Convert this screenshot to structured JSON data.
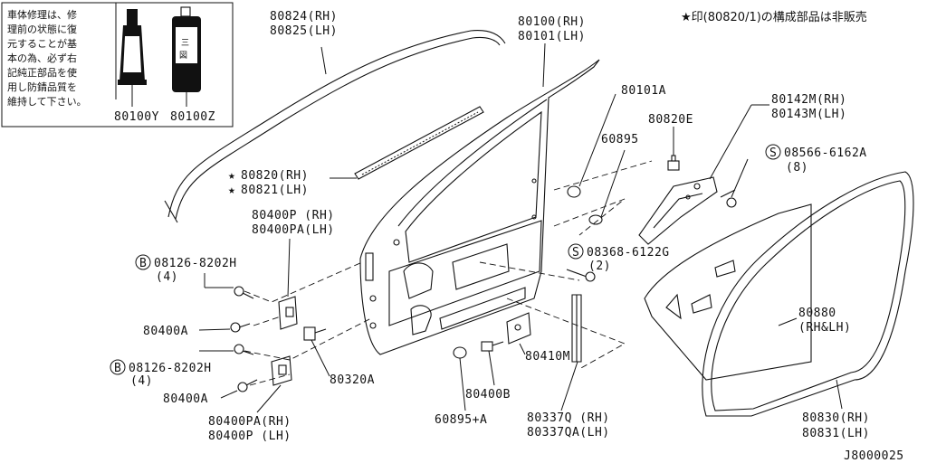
{
  "notice": "★印(80820/1)の構成部品は非販売",
  "inset": {
    "lines": [
      "車体修理は、修",
      "理前の状態に復",
      "元することが基",
      "本の為、必ず右",
      "記純正部品を使",
      "用し防錆品質を",
      "維持して下さい。"
    ],
    "part_a": "80100Y",
    "part_b": "80100Z"
  },
  "labels": {
    "l80824": "80824(RH)",
    "l80825": "80825(LH)",
    "l80100": "80100(RH)",
    "l80101": "80101(LH)",
    "l80101a": "80101A",
    "l60895": "60895",
    "l80820e": "80820E",
    "l80142m": "80142M(RH)",
    "l80143m": "80143M(LH)",
    "l08566": "08566-6162A",
    "l08566q": "(8)",
    "l80820": "80820(RH)",
    "l80821": "80821(LH)",
    "l80400p": "80400P (RH)",
    "l80400pa": "80400PA(LH)",
    "l08126a": "08126-8202H",
    "l08126aq": "(4)",
    "l80400a1": "80400A",
    "l08368": "08368-6122G",
    "l08368q": "(2)",
    "l80880": "80880",
    "l80880b": "(RH&LH)",
    "l08126b": "08126-8202H",
    "l08126bq": "(4)",
    "l80320a": "80320A",
    "l80410m": "80410M",
    "l80400a2": "80400A",
    "l80400b": "80400B",
    "l80400pa2": "80400PA(RH)",
    "l80400p2": "80400P (LH)",
    "l60895a": "60895+A",
    "l80337q": "80337Q (RH)",
    "l80337qa": "80337QA(LH)",
    "l80830": "80830(RH)",
    "l80831": "80831(LH)",
    "diagram_id": "J8000025"
  },
  "symbols": {
    "star": "★",
    "bolt_b": "B",
    "screw_s": "S"
  }
}
